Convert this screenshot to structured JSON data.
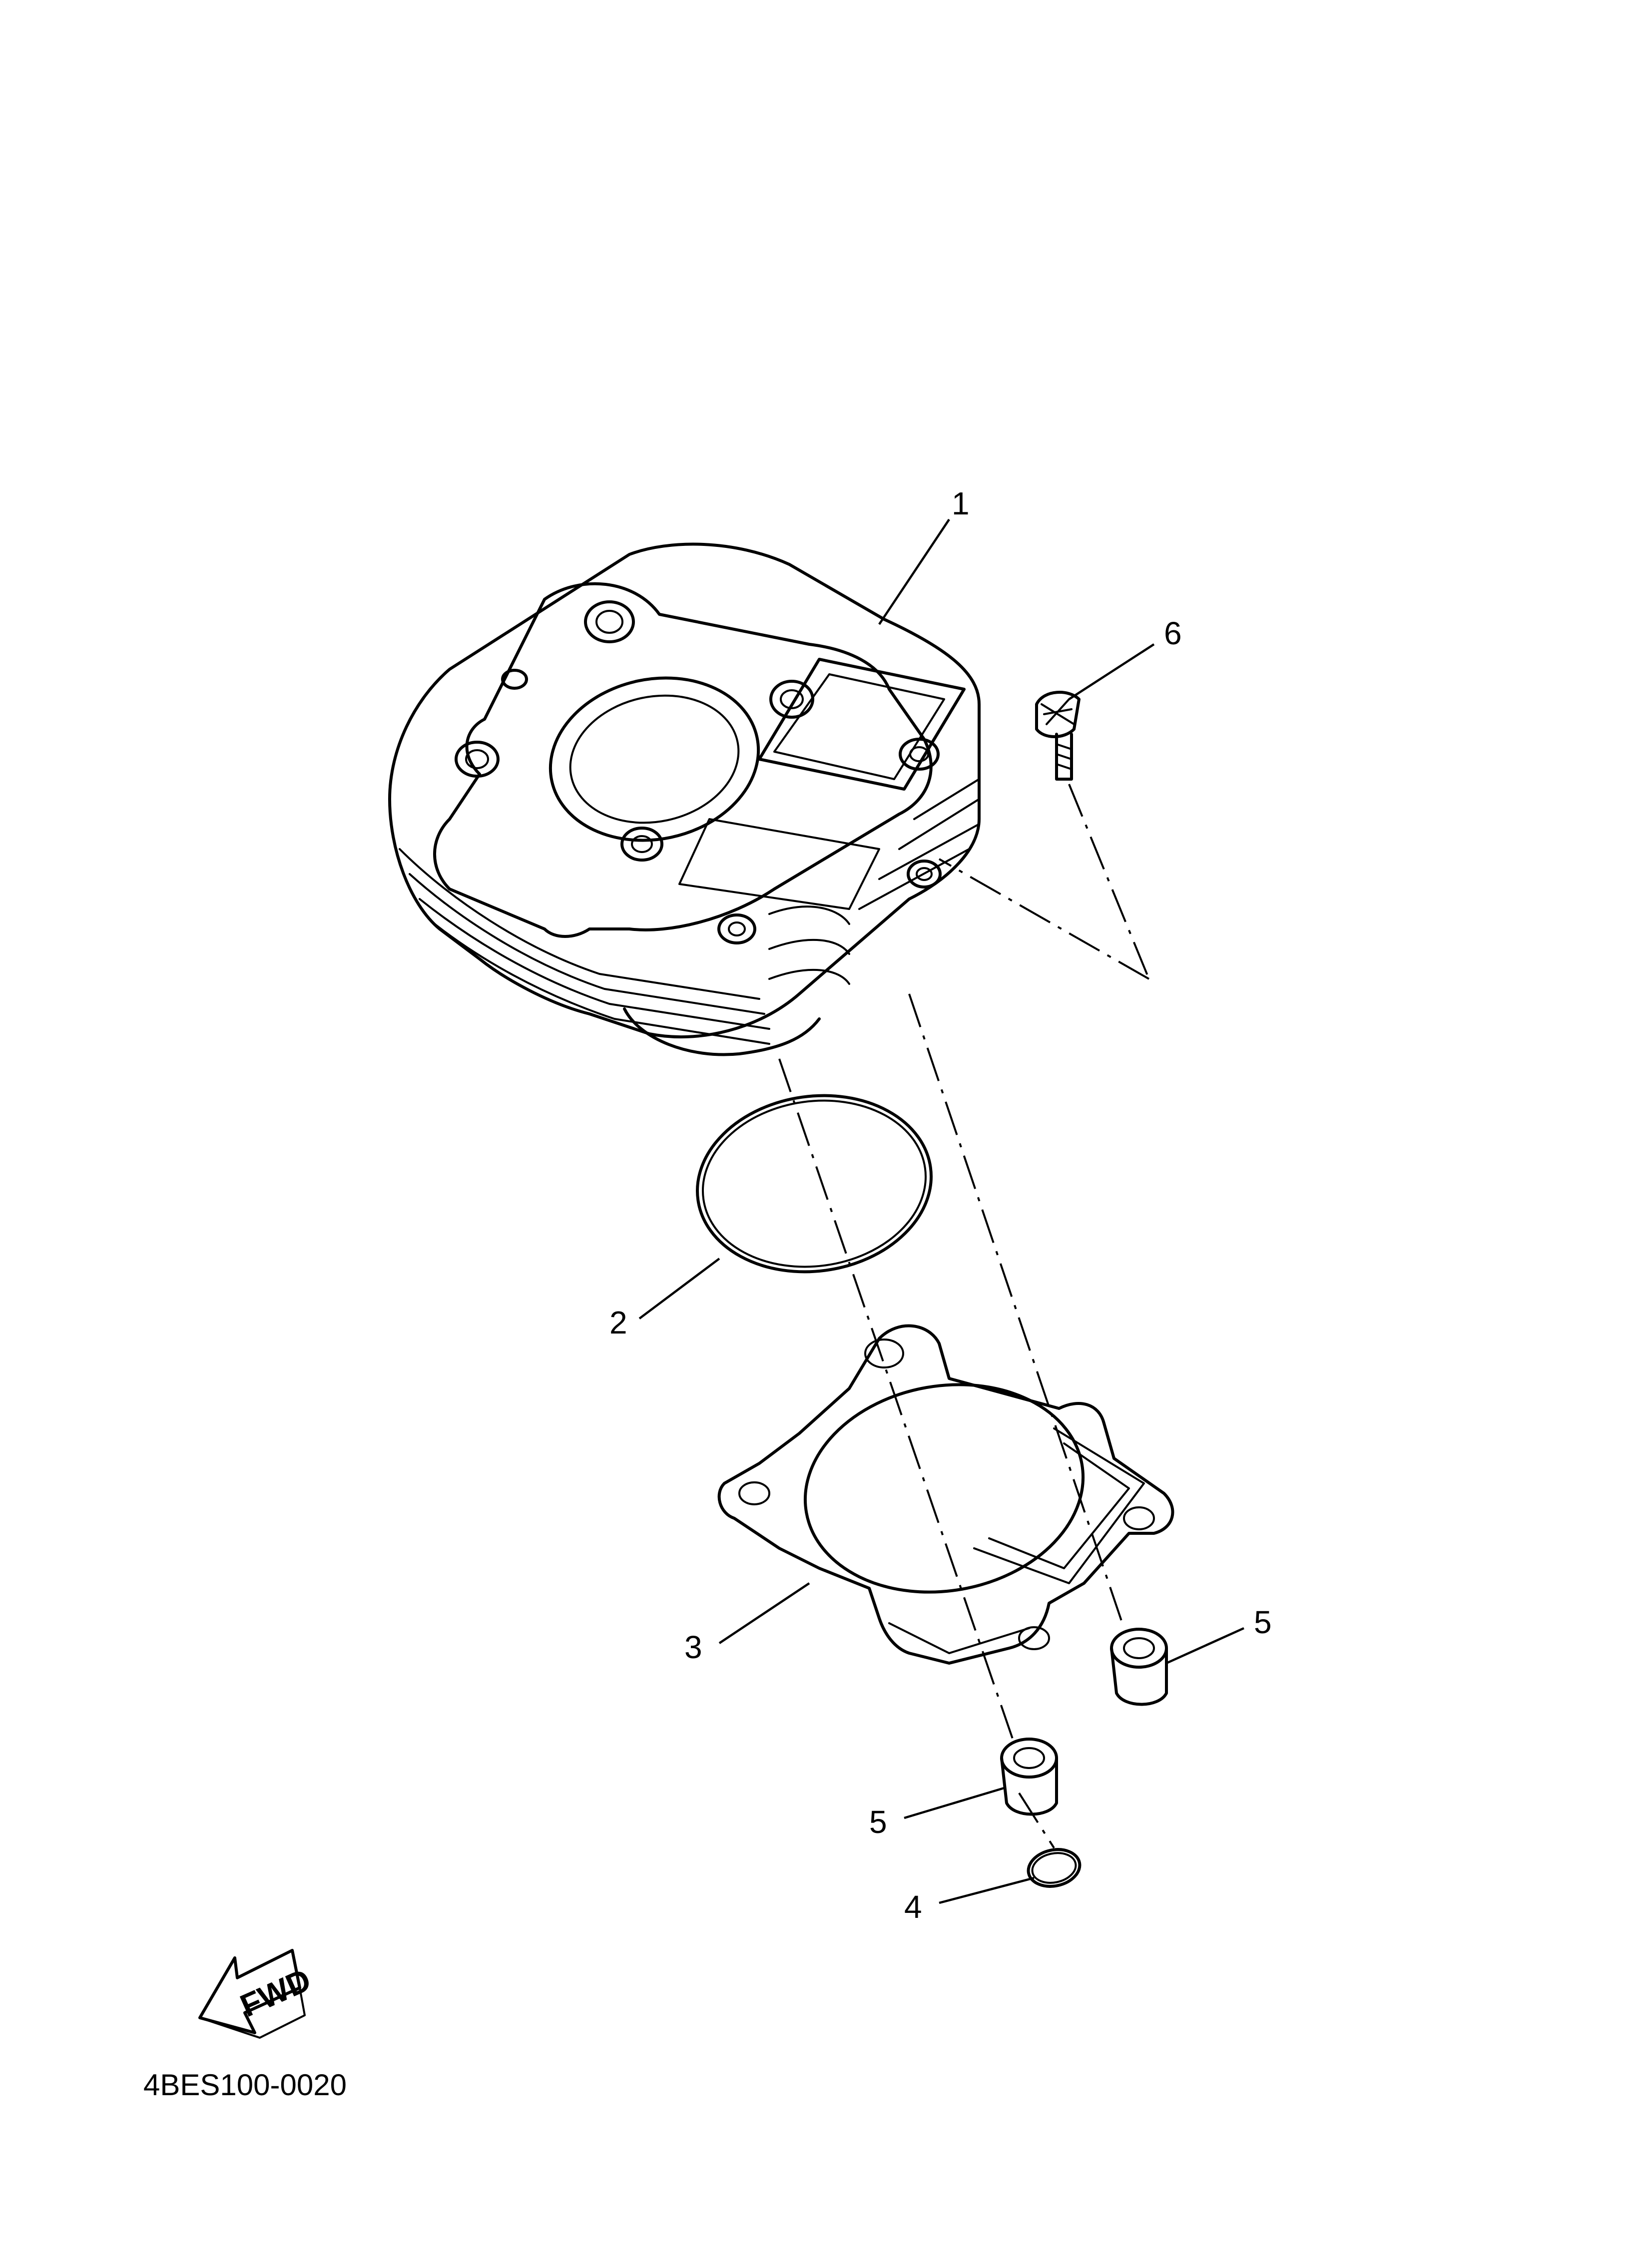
{
  "callouts": {
    "cylinder": "1",
    "o_ring_large": "2",
    "gasket": "3",
    "o_ring_small": "4",
    "dowel_right": "5",
    "dowel_left": "5",
    "bolt": "6"
  },
  "direction_label": "FWD",
  "diagram_code": "4BES100-0020",
  "colors": {
    "line": "#000000",
    "background": "#ffffff"
  }
}
